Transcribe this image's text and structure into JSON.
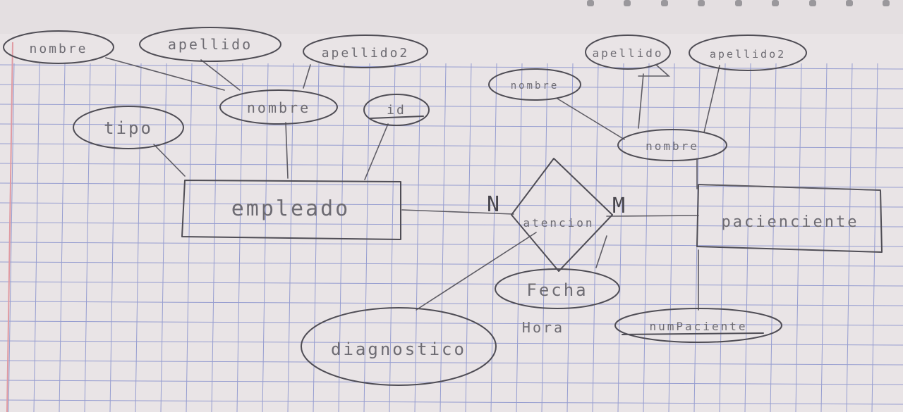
{
  "entities": {
    "empleado": {
      "label": "empleado"
    },
    "paciente": {
      "label": "pacienciente"
    }
  },
  "relationship": {
    "label": "atencion"
  },
  "cardinality": {
    "left": "N",
    "right": "M"
  },
  "attributes": {
    "emp_nombre1": "nombre",
    "emp_apellido1": "apellido",
    "emp_apellido2": "apellido2",
    "emp_nombre": "nombre",
    "emp_id": "id",
    "emp_tipo": "tipo",
    "pac_apellido1": "apellido",
    "pac_apellido2": "apellido2",
    "pac_nombre1": "nombre",
    "pac_nombre": "nombre",
    "pac_num": "numPaciente",
    "rel_fecha": "Fecha",
    "rel_hora": "Hora",
    "rel_diagnostico": "diagnostico"
  },
  "colors": {
    "paper": "#e9e4e6",
    "grid": "#7b86c9",
    "pencil": "#4f4d55",
    "margin": "#e09aa2"
  }
}
